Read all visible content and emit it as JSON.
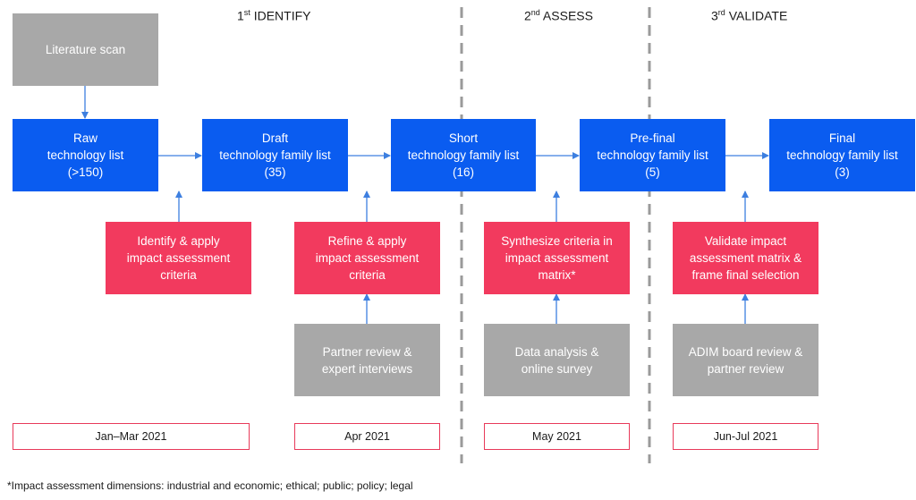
{
  "phases": [
    {
      "num": "1",
      "sup": "st",
      "label": " IDENTIFY"
    },
    {
      "num": "2",
      "sup": "nd",
      "label": " ASSESS"
    },
    {
      "num": "3",
      "sup": "rd",
      "label": " VALIDATE"
    }
  ],
  "literature": "Literature scan",
  "lists": [
    {
      "l1": "Raw",
      "l2": "technology list",
      "l3": "(>150)"
    },
    {
      "l1": "Draft",
      "l2": "technology family list",
      "l3": "(35)"
    },
    {
      "l1": "Short",
      "l2": "technology family list",
      "l3": "(16)"
    },
    {
      "l1": "Pre-final",
      "l2": "technology family list",
      "l3": "(5)"
    },
    {
      "l1": "Final",
      "l2": "technology family list",
      "l3": "(3)"
    }
  ],
  "criteria": [
    {
      "l1": "Identify & apply",
      "l2": "impact assessment",
      "l3": "criteria"
    },
    {
      "l1": "Refine & apply",
      "l2": "impact assessment",
      "l3": "criteria"
    },
    {
      "l1": "Synthesize criteria in",
      "l2": "impact assessment",
      "l3": "matrix*"
    },
    {
      "l1": "Validate impact",
      "l2": "assessment matrix &",
      "l3": "frame final selection"
    }
  ],
  "inputs": [
    {
      "l1": "Partner review &",
      "l2": "expert interviews"
    },
    {
      "l1": "Data analysis &",
      "l2": "online survey"
    },
    {
      "l1": "ADIM board review &",
      "l2": "partner review"
    }
  ],
  "dates": [
    "Jan–Mar 2021",
    "Apr 2021",
    "May 2021",
    "Jun-Jul 2021"
  ],
  "footnote": "*Impact assessment dimensions: industrial and economic; ethical; public; policy; legal",
  "colors": {
    "list": "#0a5cf0",
    "criteria": "#f23a5e",
    "input": "#a8a8a8",
    "date_border": "#e83a5a",
    "arrow": "#3d7fe0"
  }
}
